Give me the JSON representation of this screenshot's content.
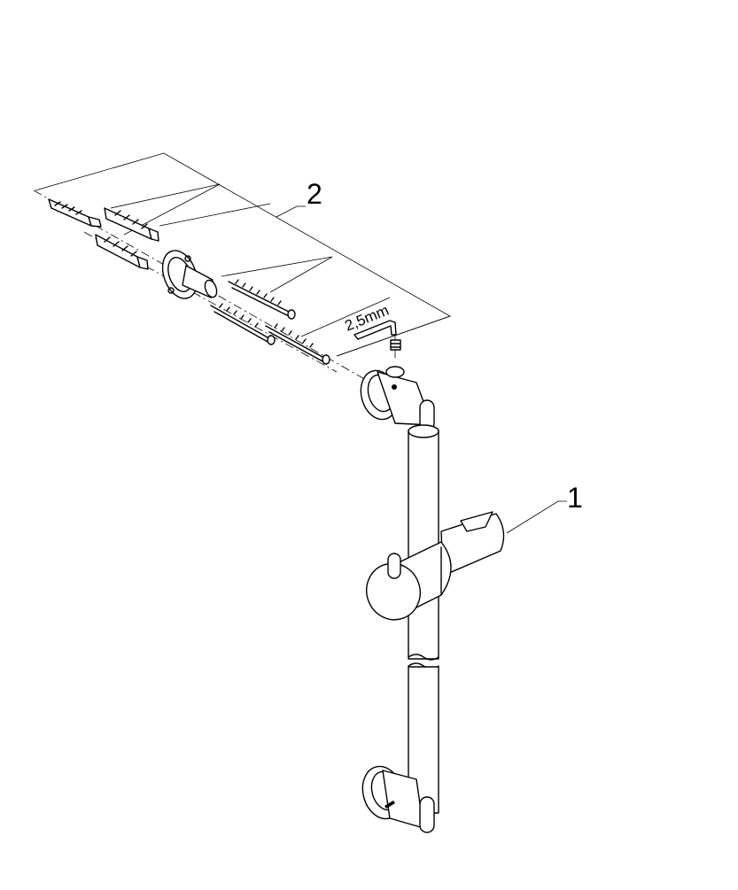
{
  "callouts": {
    "part_1": "1",
    "part_2": "2"
  },
  "dimension": {
    "hex_key": "2,5mm"
  }
}
